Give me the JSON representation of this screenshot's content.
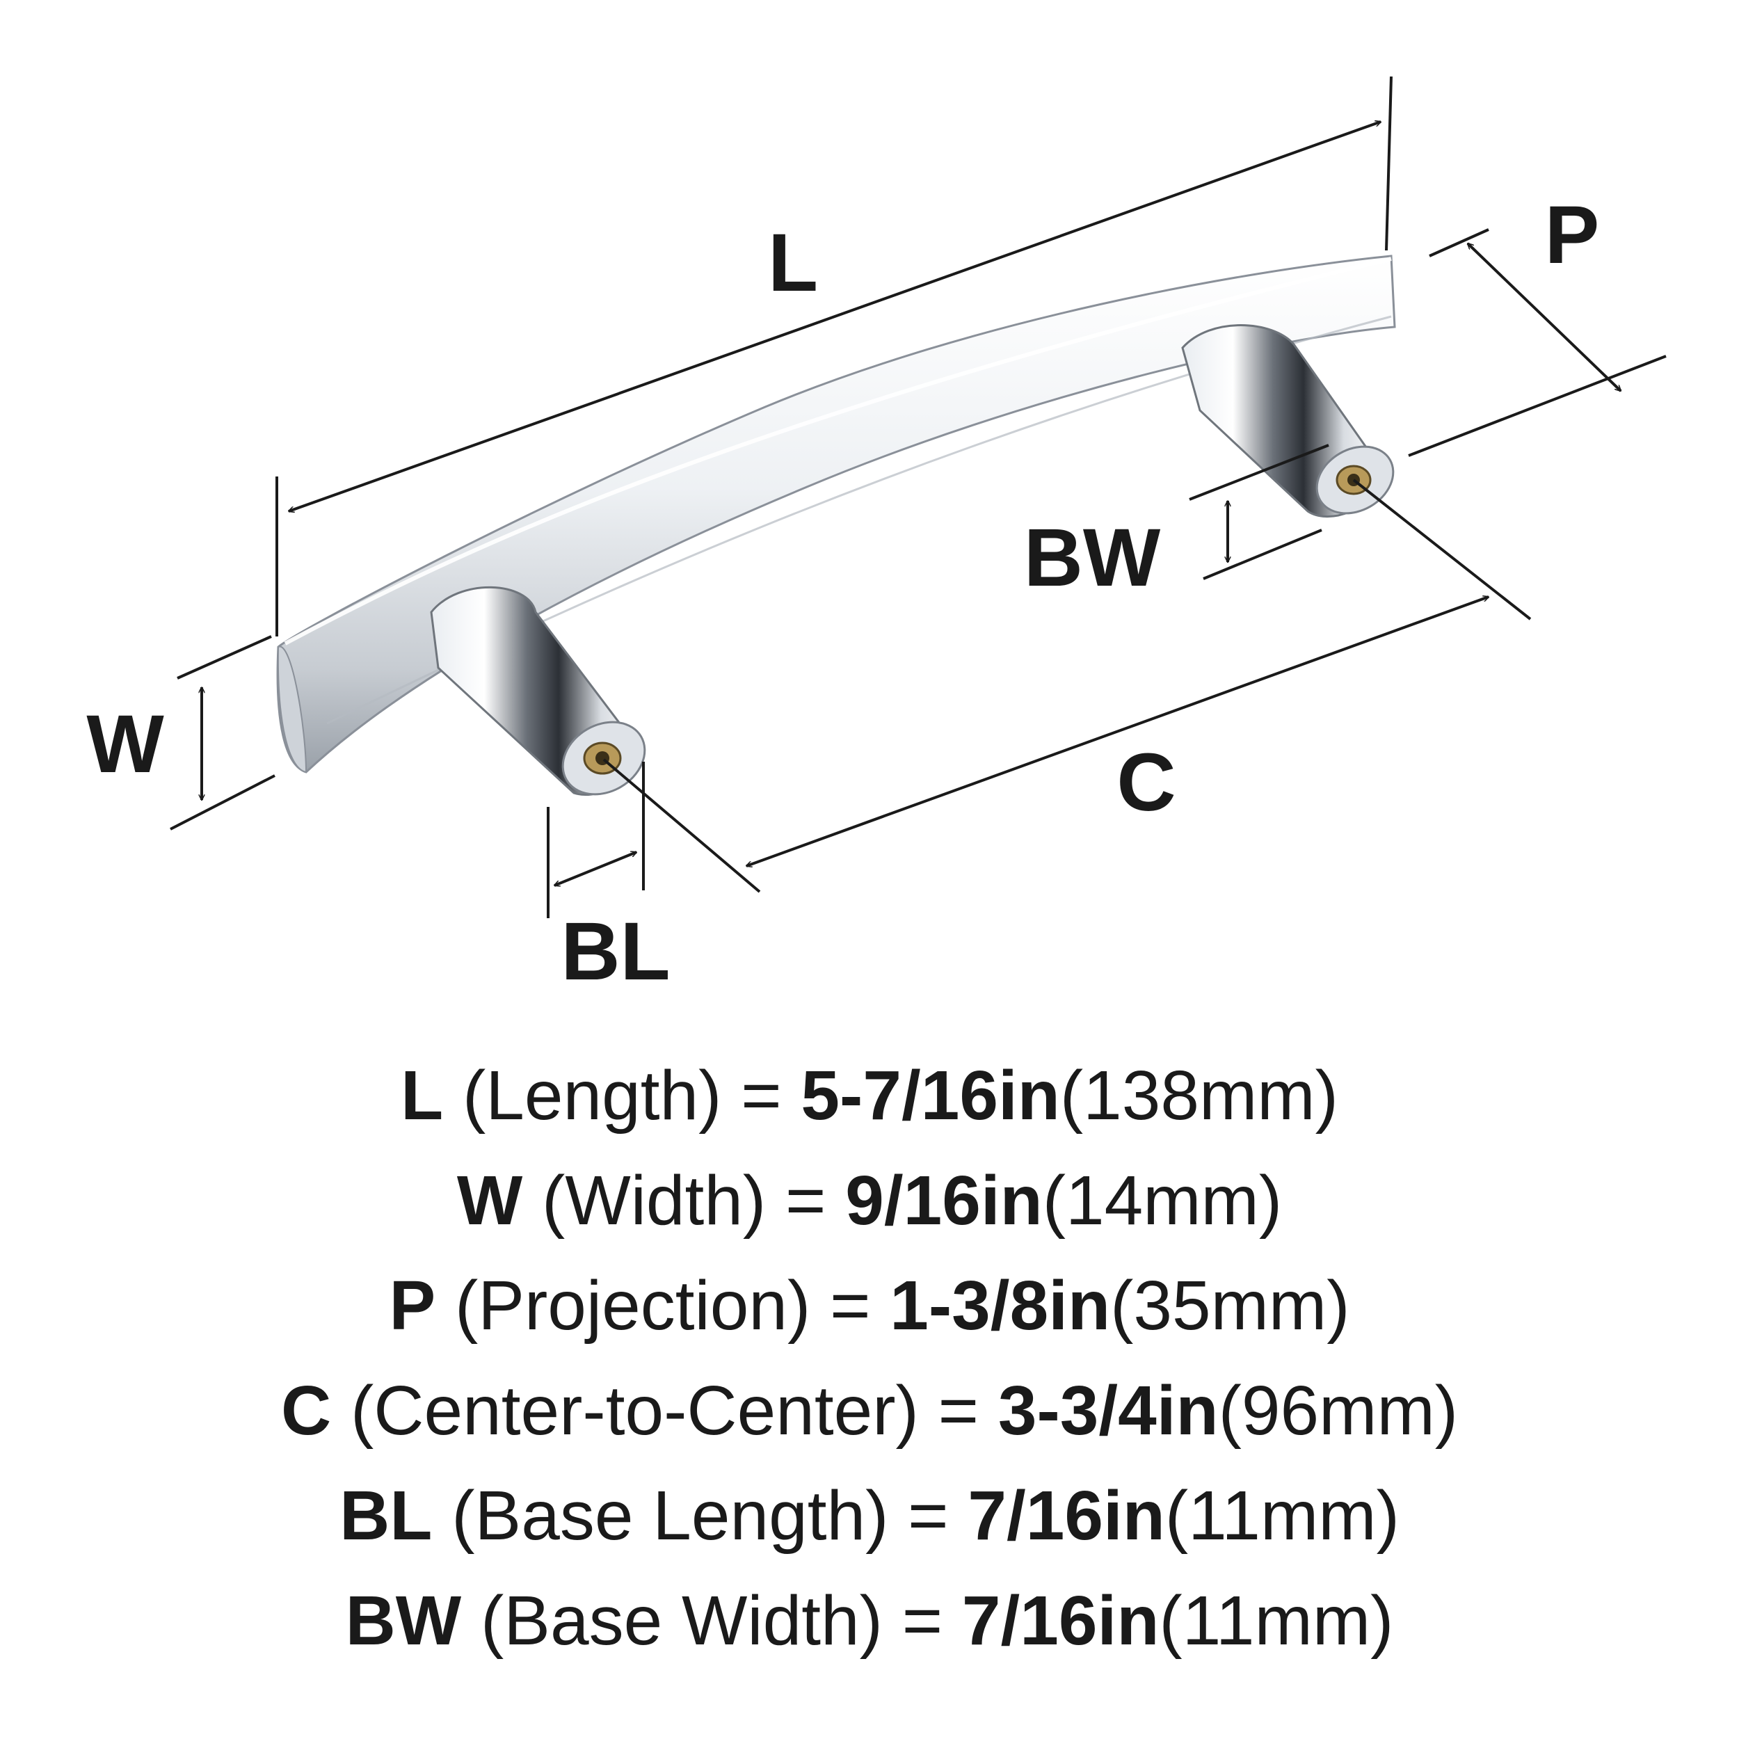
{
  "dimensions": {
    "labels": {
      "L": "L",
      "W": "W",
      "P": "P",
      "C": "C",
      "BL": "BL",
      "BW": "BW"
    }
  },
  "specs": [
    {
      "symbol": "L",
      "description": "(Length) =",
      "imperial": "5-7/16in",
      "metric": "(138mm)"
    },
    {
      "symbol": "W",
      "description": "(Width) =",
      "imperial": "9/16in",
      "metric": "(14mm)"
    },
    {
      "symbol": "P",
      "description": "(Projection) =",
      "imperial": "1-3/8in",
      "metric": "(35mm)"
    },
    {
      "symbol": "C",
      "description": "(Center-to-Center) =",
      "imperial": "3-3/4in",
      "metric": "(96mm)"
    },
    {
      "symbol": "BL",
      "description": "(Base Length) =",
      "imperial": "7/16in",
      "metric": "(11mm)"
    },
    {
      "symbol": "BW",
      "description": "(Base Width) =",
      "imperial": "7/16in",
      "metric": "(11mm)"
    }
  ],
  "colors": {
    "line": "#1a1a1a",
    "chrome_light": "#f4f6f8",
    "chrome_mid": "#c9ced4",
    "chrome_dark": "#3a3e44",
    "brass": "#b89a5a"
  }
}
